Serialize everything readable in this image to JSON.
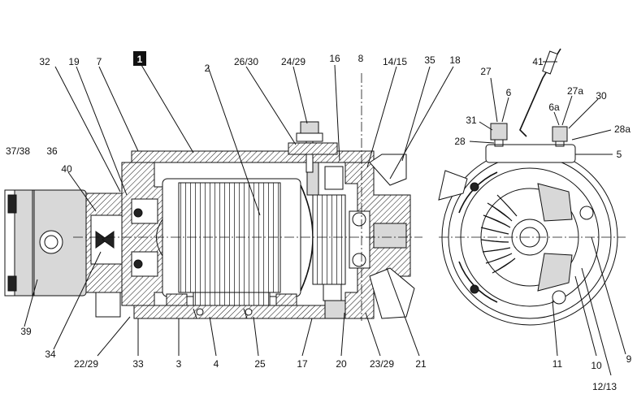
{
  "callouts": [
    {
      "id": "c-1",
      "text": "1",
      "boxed": true
    },
    {
      "id": "c-32",
      "text": "32"
    },
    {
      "id": "c-19",
      "text": "19"
    },
    {
      "id": "c-7",
      "text": "7"
    },
    {
      "id": "c-2",
      "text": "2"
    },
    {
      "id": "c-26-30",
      "text": "26/30"
    },
    {
      "id": "c-24-29",
      "text": "24/29"
    },
    {
      "id": "c-16",
      "text": "16"
    },
    {
      "id": "c-8",
      "text": "8"
    },
    {
      "id": "c-14-15",
      "text": "14/15"
    },
    {
      "id": "c-35",
      "text": "35"
    },
    {
      "id": "c-18",
      "text": "18"
    },
    {
      "id": "c-41",
      "text": "41"
    },
    {
      "id": "c-27",
      "text": "27"
    },
    {
      "id": "c-6",
      "text": "6"
    },
    {
      "id": "c-27a",
      "text": "27a"
    },
    {
      "id": "c-6a",
      "text": "6a"
    },
    {
      "id": "c-30",
      "text": "30"
    },
    {
      "id": "c-31",
      "text": "31"
    },
    {
      "id": "c-28",
      "text": "28"
    },
    {
      "id": "c-28a",
      "text": "28a"
    },
    {
      "id": "c-5",
      "text": "5"
    },
    {
      "id": "c-37-38",
      "text": "37/38"
    },
    {
      "id": "c-36",
      "text": "36"
    },
    {
      "id": "c-40",
      "text": "40"
    },
    {
      "id": "c-39",
      "text": "39"
    },
    {
      "id": "c-34",
      "text": "34"
    },
    {
      "id": "c-22-29",
      "text": "22/29"
    },
    {
      "id": "c-33",
      "text": "33"
    },
    {
      "id": "c-3",
      "text": "3"
    },
    {
      "id": "c-4",
      "text": "4"
    },
    {
      "id": "c-25",
      "text": "25"
    },
    {
      "id": "c-17",
      "text": "17"
    },
    {
      "id": "c-20",
      "text": "20"
    },
    {
      "id": "c-23-29",
      "text": "23/29"
    },
    {
      "id": "c-21",
      "text": "21"
    },
    {
      "id": "c-11",
      "text": "11"
    },
    {
      "id": "c-10",
      "text": "10"
    },
    {
      "id": "c-9",
      "text": "9"
    },
    {
      "id": "c-12-13",
      "text": "12/13"
    }
  ]
}
